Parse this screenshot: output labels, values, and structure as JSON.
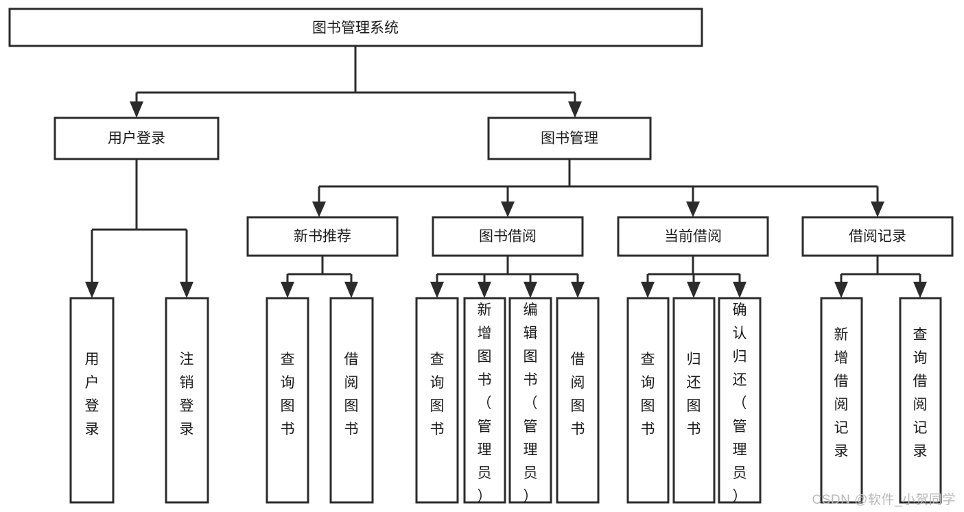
{
  "diagram": {
    "type": "tree-hierarchy",
    "title": "图书管理系统",
    "watermark": "CSDN @软件_小贺同学",
    "colors": {
      "stroke": "#2b2b2b",
      "fill": "#ffffff",
      "text": "#1a1a1a",
      "watermark": "#b9b9b9"
    },
    "levels": [
      {
        "level": 1,
        "nodes": [
          {
            "id": "root",
            "label": "图书管理系统",
            "orientation": "horizontal"
          }
        ]
      },
      {
        "level": 2,
        "nodes": [
          {
            "id": "login",
            "label": "用户登录",
            "orientation": "horizontal",
            "parent": "root"
          },
          {
            "id": "bookmgmt",
            "label": "图书管理",
            "orientation": "horizontal",
            "parent": "root"
          }
        ]
      },
      {
        "level": 3,
        "nodes": [
          {
            "id": "newbook",
            "label": "新书推荐",
            "orientation": "horizontal",
            "parent": "bookmgmt"
          },
          {
            "id": "borrow",
            "label": "图书借阅",
            "orientation": "horizontal",
            "parent": "bookmgmt"
          },
          {
            "id": "current",
            "label": "当前借阅",
            "orientation": "horizontal",
            "parent": "bookmgmt"
          },
          {
            "id": "records",
            "label": "借阅记录",
            "orientation": "horizontal",
            "parent": "bookmgmt"
          }
        ]
      },
      {
        "level": 4,
        "nodes": [
          {
            "id": "leaf-1",
            "label": "用户登录",
            "orientation": "vertical",
            "parent": "login"
          },
          {
            "id": "leaf-2",
            "label": "注销登录",
            "orientation": "vertical",
            "parent": "login"
          },
          {
            "id": "leaf-3",
            "label": "查询图书",
            "orientation": "vertical",
            "parent": "newbook"
          },
          {
            "id": "leaf-4",
            "label": "借阅图书",
            "orientation": "vertical",
            "parent": "newbook"
          },
          {
            "id": "leaf-5",
            "label": "查询图书",
            "orientation": "vertical",
            "parent": "borrow"
          },
          {
            "id": "leaf-6",
            "label": "新增图书（管理员）",
            "orientation": "vertical",
            "parent": "borrow"
          },
          {
            "id": "leaf-7",
            "label": "编辑图书（管理员）",
            "orientation": "vertical",
            "parent": "borrow"
          },
          {
            "id": "leaf-8",
            "label": "借阅图书",
            "orientation": "vertical",
            "parent": "borrow"
          },
          {
            "id": "leaf-9",
            "label": "查询图书",
            "orientation": "vertical",
            "parent": "current"
          },
          {
            "id": "leaf-10",
            "label": "归还图书",
            "orientation": "vertical",
            "parent": "current"
          },
          {
            "id": "leaf-11",
            "label": "确认归还（管理员）",
            "orientation": "vertical",
            "parent": "current"
          },
          {
            "id": "leaf-12",
            "label": "新增借阅记录",
            "orientation": "vertical",
            "parent": "records"
          },
          {
            "id": "leaf-13",
            "label": "查询借阅记录",
            "orientation": "vertical",
            "parent": "records"
          }
        ]
      }
    ]
  }
}
